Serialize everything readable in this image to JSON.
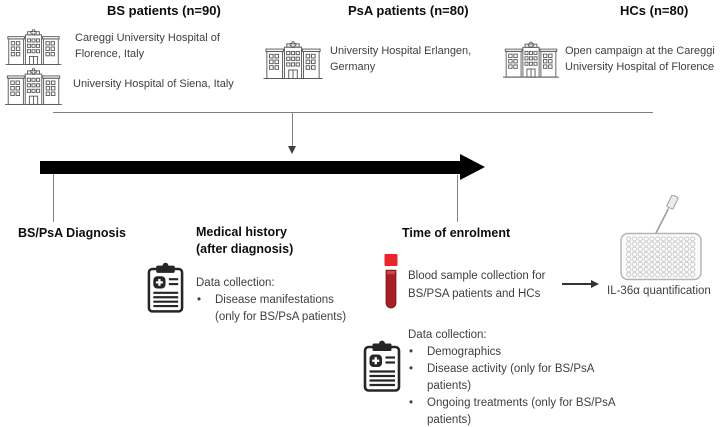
{
  "ui": {
    "bullet_char": "•"
  },
  "cohorts": {
    "bs": {
      "title": "BS patients (n=90)",
      "site1": "Careggi University Hospital of\nFlorence, Italy",
      "site2": "University Hospital of Siena, Italy"
    },
    "psa": {
      "title": "PsA patients (n=80)",
      "site1": "University Hospital Erlangen,\nGermany"
    },
    "hcs": {
      "title": "HCs (n=80)",
      "site1": "Open campaign at the Careggi\nUniversity Hospital of Florence"
    }
  },
  "timeline": {
    "diagnosis_label": "BS/PsA Diagnosis",
    "medical_history_label": "Medical history\n(after diagnosis)",
    "enrolment_label": "Time of enrolment"
  },
  "medical_history": {
    "data_collection_title": "Data collection:",
    "bullets": [
      "Disease manifestations\n(only for BS/PsA patients)"
    ]
  },
  "enrolment": {
    "blood_sample_text": "Blood sample collection for\nBS/PSA patients and HCs",
    "quantification_label": "IL-36α quantification",
    "data_collection_title": "Data collection:",
    "bullets": [
      "Demographics",
      "Disease activity (only for BS/PsA\npatients)",
      "Ongoing treatments  (only for BS/PsA\npatients)"
    ]
  },
  "colors": {
    "tube_cap_red": "#e8262b",
    "tube_body_red": "#a82023",
    "line_gray": "#7f7f7f",
    "arrow_black": "#000000",
    "icon_gray": "#595959",
    "clipboard_dark": "#262626",
    "text_dark": "#3f3f3f"
  }
}
